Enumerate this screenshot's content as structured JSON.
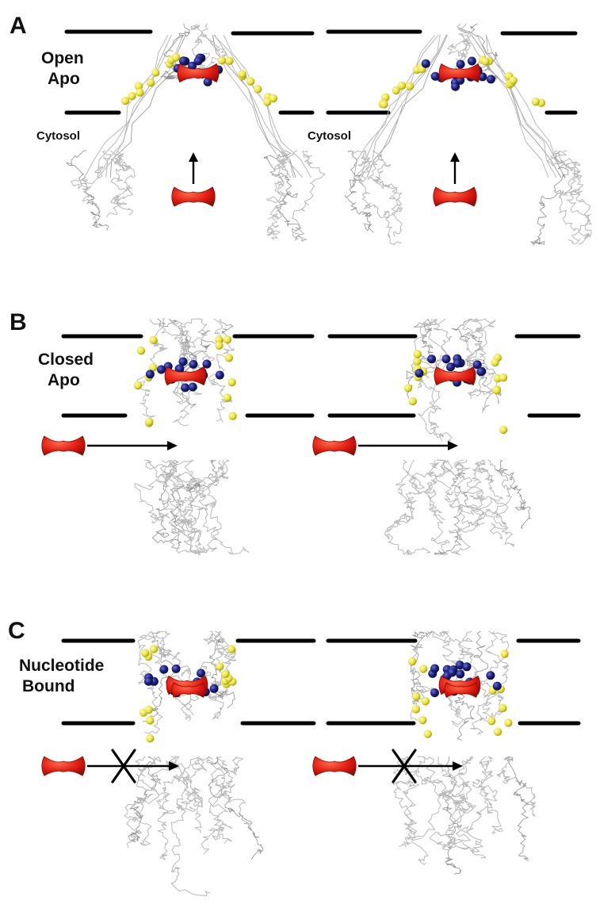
{
  "figure": {
    "panels": [
      {
        "letter": "A",
        "state_line1": "Open",
        "state_line2": "Apo",
        "side_label_left": "Cytosol",
        "side_label_right": "Cytosol",
        "entry": "vertical",
        "blocked": false
      },
      {
        "letter": "B",
        "state_line1": "Closed",
        "state_line2": "Apo",
        "side_label_left": "",
        "side_label_right": "",
        "entry": "horizontal",
        "blocked": false
      },
      {
        "letter": "C",
        "state_line1": "Nucleotide",
        "state_line2": "Bound",
        "side_label_left": "",
        "side_label_right": "",
        "entry": "horizontal",
        "blocked": true
      }
    ]
  },
  "colors": {
    "ligand": "#e01a10",
    "ligand_highlight": "#ff6a4a",
    "blue_atoms": "#1b1f7a",
    "yellow_atoms": "#e8e23a",
    "backbone": "#b9b9b9",
    "membrane": "#000000"
  },
  "icons": {
    "ligand": "red-ligand-blob",
    "blocked": "x-mark"
  }
}
